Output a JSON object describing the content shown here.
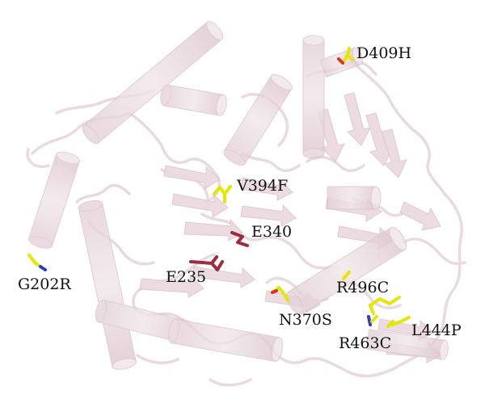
{
  "figure": {
    "residue_labels": {
      "d409h": "D409H",
      "v394f": "V394F",
      "e340": "E340",
      "g202r": "G202R",
      "e235": "E235",
      "r496c": "R496C",
      "n370s": "N370S",
      "l444p": "L444P",
      "r463c": "R463C"
    },
    "colors": {
      "ribbon": "#eadbe0",
      "ribbon_edge": "#dcc8cf",
      "mutation_sticks": "#e6e600",
      "active_site_sticks": "#9b2d3c",
      "oxygen": "#e03020",
      "nitrogen": "#2b3cc8",
      "label_text": "#111111"
    }
  }
}
